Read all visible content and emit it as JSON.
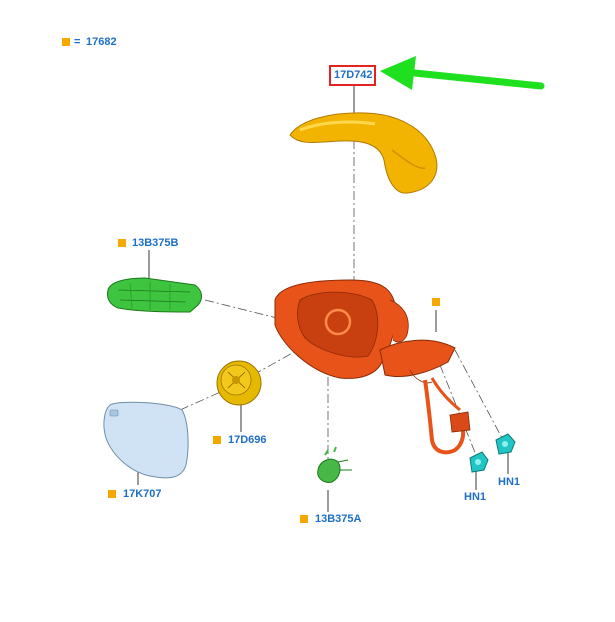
{
  "legend": {
    "symbol": "■",
    "equals": "=",
    "code": "17682"
  },
  "labels": {
    "cover": "17D742",
    "turn_signal": "13B375B",
    "motor": "17D696",
    "glass": "17K707",
    "puddle_lamp": "13B375A",
    "connector_left": "HN1",
    "connector_right": "HN1"
  },
  "colors": {
    "label_text": "#1e6fc6",
    "bullet": "#f5a800",
    "highlight_box": "#e32222",
    "arrow": "#1fe01f",
    "cover": "#f2b400",
    "housing": "#e8531a",
    "turn_signal": "#3fc43f",
    "motor": "#e6b800",
    "glass": "#cfe3f5",
    "puddle_lamp": "#47b847",
    "connector": "#22c5c5"
  }
}
